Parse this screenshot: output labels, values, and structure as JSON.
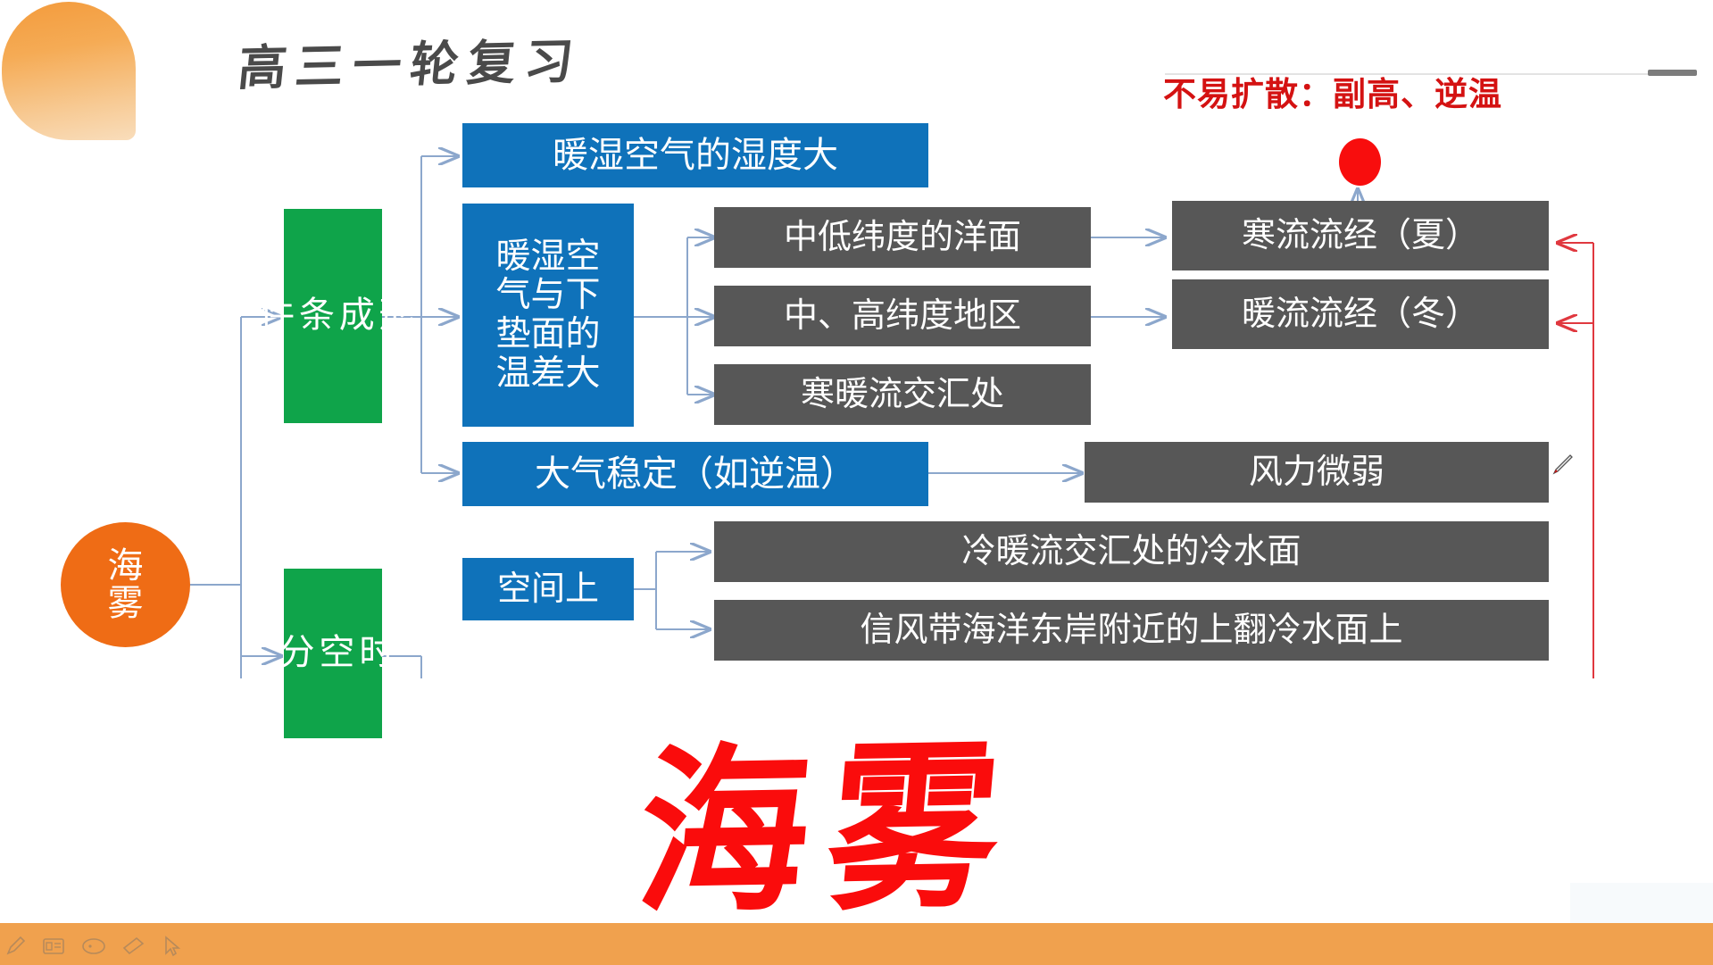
{
  "header": {
    "title": "高三一轮复习",
    "logo_icon": "rounded-blob-decoration"
  },
  "annotation": {
    "red_note": "不易扩散：副高、逆温",
    "red_dot_icon": "red-ellipse-marker",
    "red_color": "#d41212"
  },
  "diagram": {
    "root": {
      "label": "海\n雾",
      "color": "#ef6c15"
    },
    "branches": [
      {
        "label": "形\n成\n条\n件",
        "color": "#0fa44a"
      },
      {
        "label": "时\n空\n分",
        "color": "#0fa44a"
      }
    ],
    "level2": [
      {
        "label": "暖湿空气的湿度大",
        "color": "#0f72ba"
      },
      {
        "label": "暖湿空\n气与下\n垫面的\n温差大",
        "color": "#0f72ba"
      },
      {
        "label": "大气稳定（如逆温）",
        "color": "#0f72ba"
      },
      {
        "label": "空间上",
        "color": "#0f72ba"
      }
    ],
    "level3": [
      {
        "label": "中低纬度的洋面",
        "color": "#575757"
      },
      {
        "label": "中、高纬度地区",
        "color": "#575757"
      },
      {
        "label": "寒暖流交汇处",
        "color": "#575757"
      },
      {
        "label": "风力微弱",
        "color": "#575757"
      },
      {
        "label": "冷暖流交汇处的冷水面",
        "color": "#575757"
      },
      {
        "label": "信风带海洋东岸附近的上翻冷水面上",
        "color": "#575757"
      }
    ],
    "level4": [
      {
        "label": "寒流流经（夏）",
        "color": "#575757"
      },
      {
        "label": "暖流流经（冬）",
        "color": "#575757"
      }
    ]
  },
  "seal": {
    "text": "海雾",
    "color": "#fa0c0c"
  },
  "toolbar": {
    "tools": [
      {
        "name": "pen-icon",
        "label": "画笔"
      },
      {
        "name": "palette-icon",
        "label": "调色板"
      },
      {
        "name": "ellipse-icon",
        "label": "椭圆"
      },
      {
        "name": "eraser-icon",
        "label": "橡皮擦"
      },
      {
        "name": "cursor-icon",
        "label": "选择"
      }
    ],
    "background": "#f0a14e"
  }
}
